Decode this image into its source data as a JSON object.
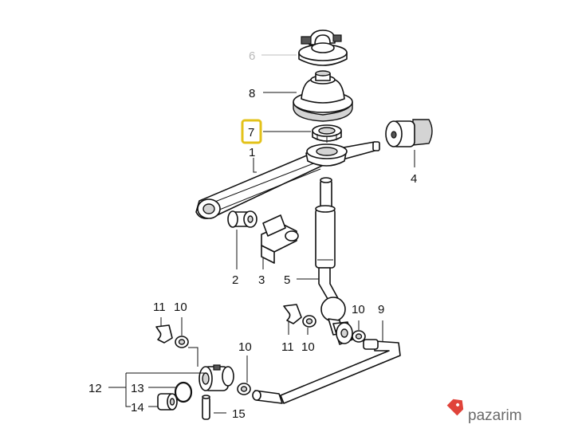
{
  "labels": {
    "l6": "6",
    "l8": "8",
    "l7": "7",
    "l1": "1",
    "l4": "4",
    "l2": "2",
    "l3": "3",
    "l5": "5",
    "l11a": "11",
    "l10a": "10",
    "l10b": "10",
    "l9": "9",
    "l10c": "10",
    "l11b": "11",
    "l10d": "10",
    "l12": "12",
    "l13": "13",
    "l14": "14",
    "l15": "15"
  },
  "highlighted_label": "7",
  "watermark": {
    "text": "pazarim",
    "color": "#e0433a"
  },
  "colors": {
    "highlight": "#e3c21a",
    "faded_label": "#b9b9b9"
  }
}
